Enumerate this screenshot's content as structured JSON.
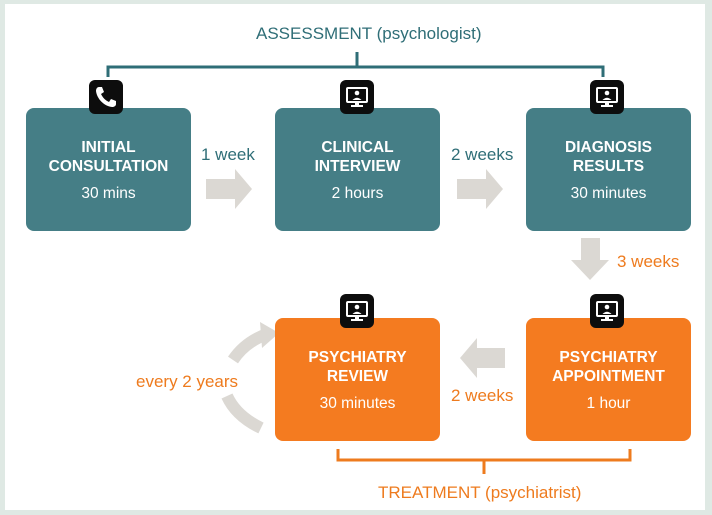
{
  "header": {
    "assessment_label": "ASSESSMENT (psychologist)"
  },
  "footer": {
    "treatment_label": "TREATMENT (psychiatrist)"
  },
  "boxes": {
    "initial": {
      "title": "INITIAL\nCONSULTATION",
      "time": "30 mins",
      "icon": "phone-icon",
      "color": "#457e86"
    },
    "clinical": {
      "title": "CLINICAL\nINTERVIEW",
      "time": "2 hours",
      "icon": "video-call-icon",
      "color": "#457e86"
    },
    "diagnosis": {
      "title": "DIAGNOSIS\nRESULTS",
      "time": "30 minutes",
      "icon": "video-call-icon",
      "color": "#457e86"
    },
    "appointment": {
      "title": "PSYCHIATRY\nAPPOINTMENT",
      "time": "1 hour",
      "icon": "video-call-icon",
      "color": "#f47b20"
    },
    "review": {
      "title": "PSYCHIATRY\nREVIEW",
      "time": "30 minutes",
      "icon": "video-call-icon",
      "color": "#f47b20"
    }
  },
  "intervals": {
    "initial_to_clinical": "1 week",
    "clinical_to_diagnosis": "2 weeks",
    "diagnosis_to_appointment": "3 weeks",
    "appointment_to_review": "2 weeks",
    "review_cycle": "every 2 years"
  }
}
